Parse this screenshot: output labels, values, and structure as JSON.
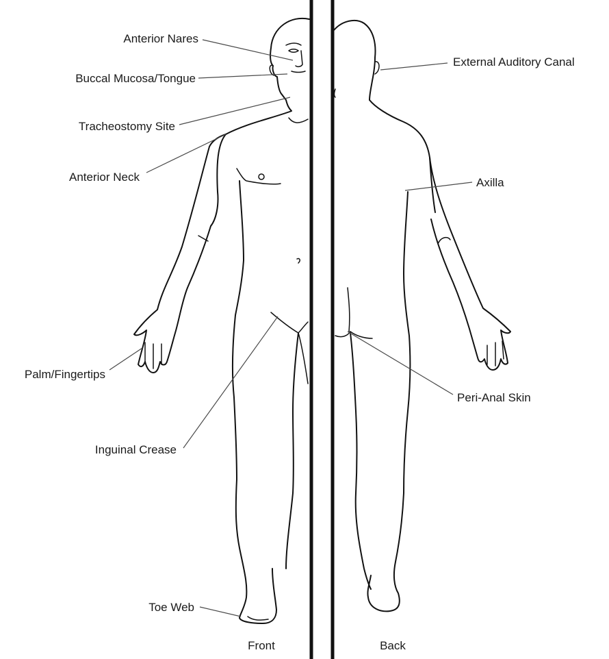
{
  "views": {
    "front": "Front",
    "back": "Back"
  },
  "labels": {
    "anterior_nares": "Anterior Nares",
    "buccal_mucosa": "Buccal Mucosa/Tongue",
    "tracheostomy_site": "Tracheostomy Site",
    "anterior_neck": "Anterior Neck",
    "palm_fingertips": "Palm/Fingertips",
    "inguinal_crease": "Inguinal Crease",
    "toe_web": "Toe Web",
    "external_auditory_canal": "External Auditory Canal",
    "axilla": "Axilla",
    "peri_anal_skin": "Peri-Anal Skin"
  },
  "colors": {
    "line": "#111111",
    "leader": "#4a4a4a",
    "text": "#1a1a1a",
    "background": "#ffffff"
  }
}
